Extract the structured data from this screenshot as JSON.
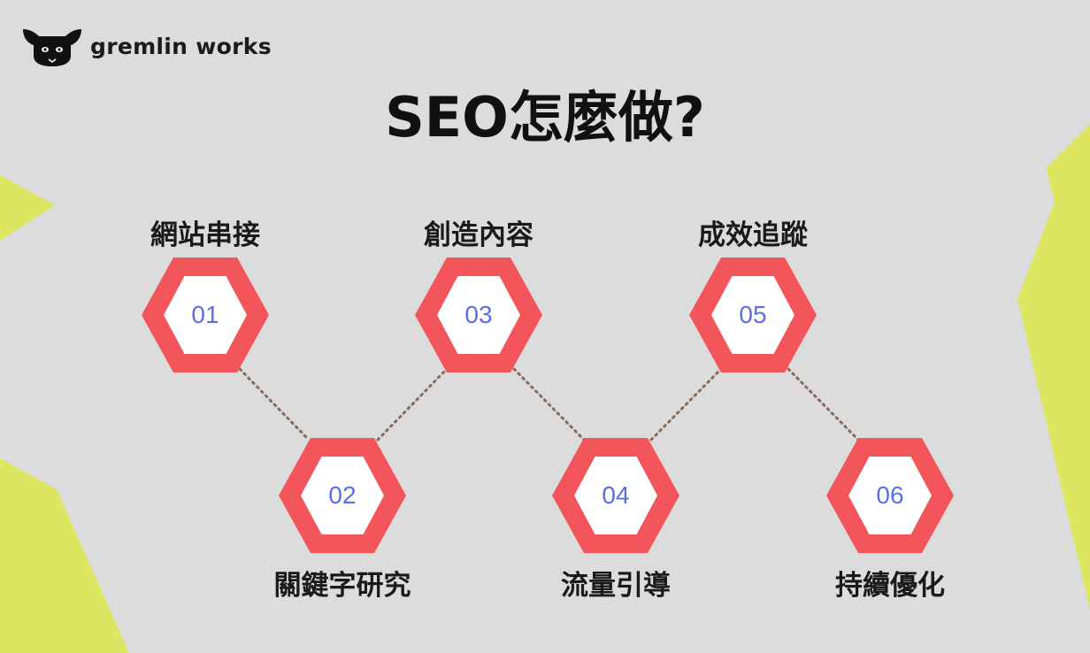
{
  "brand": {
    "name": "gremlin works",
    "logo_icon": "gremlin-mascot-icon"
  },
  "title": "SEO怎麼做?",
  "steps": [
    {
      "number": "01",
      "label": "網站串接"
    },
    {
      "number": "02",
      "label": "關鍵字研究"
    },
    {
      "number": "03",
      "label": "創造內容"
    },
    {
      "number": "04",
      "label": "流量引導"
    },
    {
      "number": "05",
      "label": "成效追蹤"
    },
    {
      "number": "06",
      "label": "持續優化"
    }
  ],
  "colors": {
    "background": "#dcdcdc",
    "accent_yellow": "#dde660",
    "hex_fill": "#f2555a",
    "hex_inner": "#ffffff",
    "number_text": "#5b6ee8",
    "connector": "#8a6a5a"
  }
}
